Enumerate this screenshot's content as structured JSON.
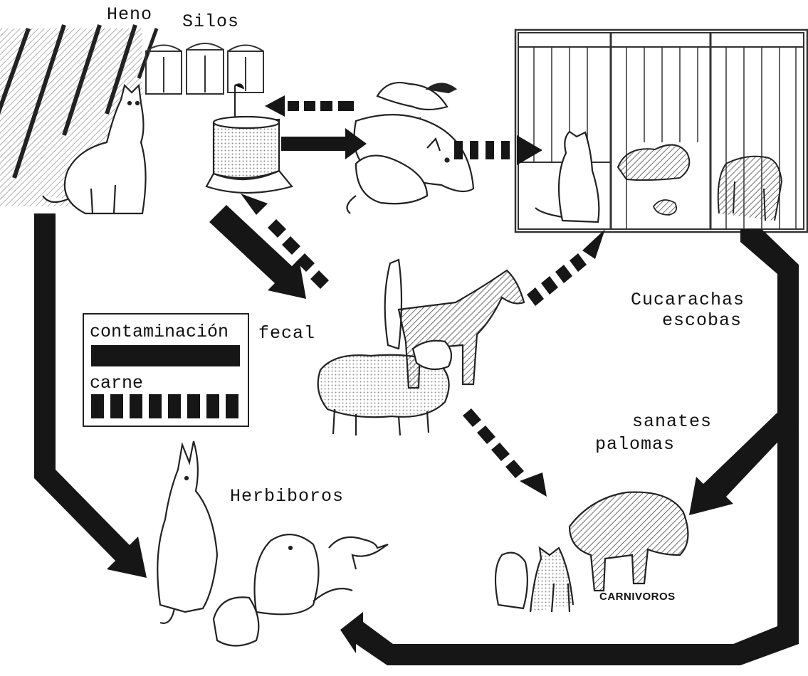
{
  "labels": {
    "heno": "Heno",
    "silos": "Silos",
    "fecal": "fecal",
    "cucarachas": "Cucarachas",
    "escobas": "escobas",
    "sanates": "sanates",
    "palomas": "palomas",
    "herbiboros": "Herbiboros",
    "carnivoros": "CARNIVOROS"
  },
  "legend": {
    "fecal_label": "contaminación",
    "meat_label": "carne"
  },
  "colors": {
    "arrow_solid": "#161616",
    "arrow_dashed": "#161616",
    "ink": "#222222",
    "background": "#ffffff"
  }
}
